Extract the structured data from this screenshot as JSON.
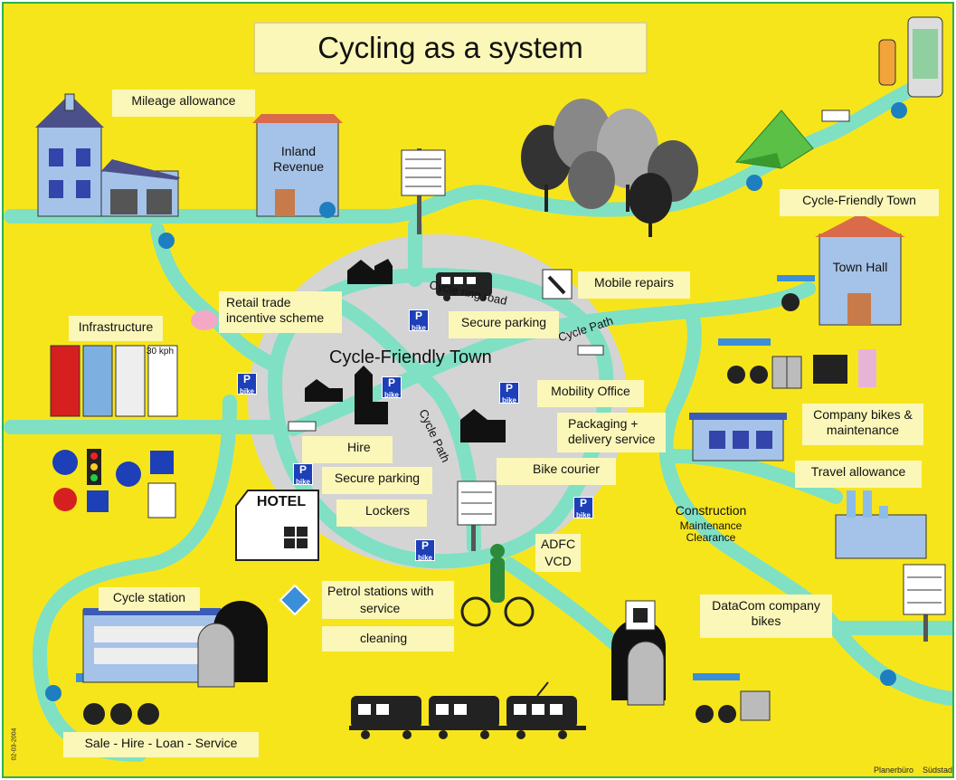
{
  "title": "Cycling as a system",
  "center_label": "Cycle-Friendly Town",
  "labels": {
    "mileage_allowance": "Mileage allowance",
    "inland_revenue": "Inland Revenue",
    "cycle_friendly_town_top": "Cycle-Friendly Town",
    "town_hall": "Town Hall",
    "mobile_repairs": "Mobile repairs",
    "secure_parking_top": "Secure parking",
    "retail_trade": "Retail trade incentive scheme",
    "infrastructure": "Infrastructure",
    "speed_sign": "30 kph",
    "mobility_office": "Mobility Office",
    "packaging": "Packaging + delivery service",
    "company_bikes": "Company bikes & maintenance",
    "hire": "Hire",
    "secure_parking_center": "Secure parking",
    "bike_courier": "Bike courier",
    "travel_allowance": "Travel allowance",
    "hotel": "HOTEL",
    "lockers": "Lockers",
    "construction": "Construction",
    "maintenance": "Maintenance",
    "clearance": "Clearance",
    "adfc": "ADFC",
    "vcd": "VCD",
    "petrol_stations": "Petrol stations with",
    "service": "service",
    "cleaning": "cleaning",
    "cycle_station": "Cycle station",
    "datacom": "DataCom company bikes",
    "sale_hire": "Sale - Hire - Loan - Service",
    "planerbuero": "Planerbüro",
    "suedstadt": "Südstadt",
    "date_code": "02-03-2004"
  },
  "path_labels": {
    "cycle_ring": "Cycle ring road",
    "cycle_path_right": "Cycle Path",
    "cycle_path_center": "Cycle Path"
  },
  "parking_sign": {
    "letter": "P",
    "sub": "bike"
  },
  "colors": {
    "background": "#f7e51c",
    "path": "#7fe0c4",
    "town_disc": "#d4d4d4",
    "label_bg": "#fbf7b8",
    "parking_blue": "#1d3fb8",
    "frame": "#2bb24c"
  },
  "icons": [
    "house-icon",
    "inland-revenue-building-icon",
    "signpost-icon",
    "trees-icon",
    "tent-icon",
    "gps-device-icon",
    "town-hall-icon",
    "bike-shelter-icon",
    "bus-icon",
    "wrench-icon",
    "hotel-icon",
    "train-icon",
    "cyclist-icon",
    "traffic-signs-icon",
    "factory-icon",
    "office-building-icon",
    "phone-icon",
    "locker-icon"
  ]
}
